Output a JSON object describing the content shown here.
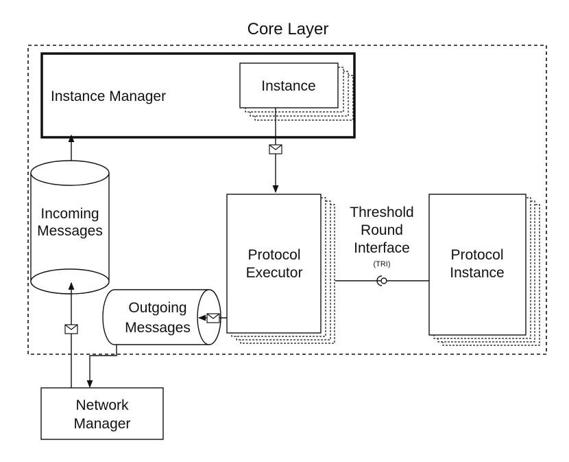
{
  "core_layer": {
    "title": "Core Layer"
  },
  "instance_manager": {
    "label": "Instance Manager"
  },
  "instance": {
    "label": "Instance"
  },
  "incoming_messages": {
    "line1": "Incoming",
    "line2": "Messages"
  },
  "outgoing_messages": {
    "line1": "Outgoing",
    "line2": "Messages"
  },
  "protocol_executor": {
    "line1": "Protocol",
    "line2": "Executor"
  },
  "threshold_round_interface": {
    "line1": "Threshold",
    "line2": "Round",
    "line3": "Interface",
    "abbr": "(TRI)"
  },
  "protocol_instance": {
    "line1": "Protocol",
    "line2": "Instance"
  },
  "network_manager": {
    "line1": "Network",
    "line2": "Manager"
  }
}
